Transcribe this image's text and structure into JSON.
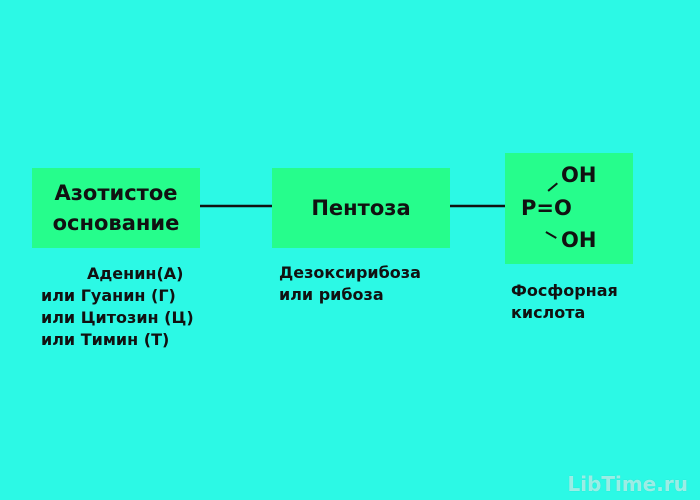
{
  "colors": {
    "background": "#2cf9e5",
    "box_fill": "#26fd8c",
    "line": "#111111"
  },
  "nodes": {
    "base": {
      "title_line1": "Азотистое",
      "title_line2": "основание"
    },
    "pentose": {
      "title": "Пентоза"
    },
    "phosphate": {
      "oh_top": "OH",
      "p_eq_o": "P=O",
      "oh_bottom": "OH"
    }
  },
  "captions": {
    "base": [
      "Аденин(А)",
      "или Гуанин (Г)",
      "или Цитозин (Ц)",
      "или Тимин (Т)"
    ],
    "pentose": [
      "Дезоксирибоза",
      "или рибоза"
    ],
    "phosphate": [
      "Фосфорная",
      "кислота"
    ]
  },
  "watermark": "LibTime.ru"
}
